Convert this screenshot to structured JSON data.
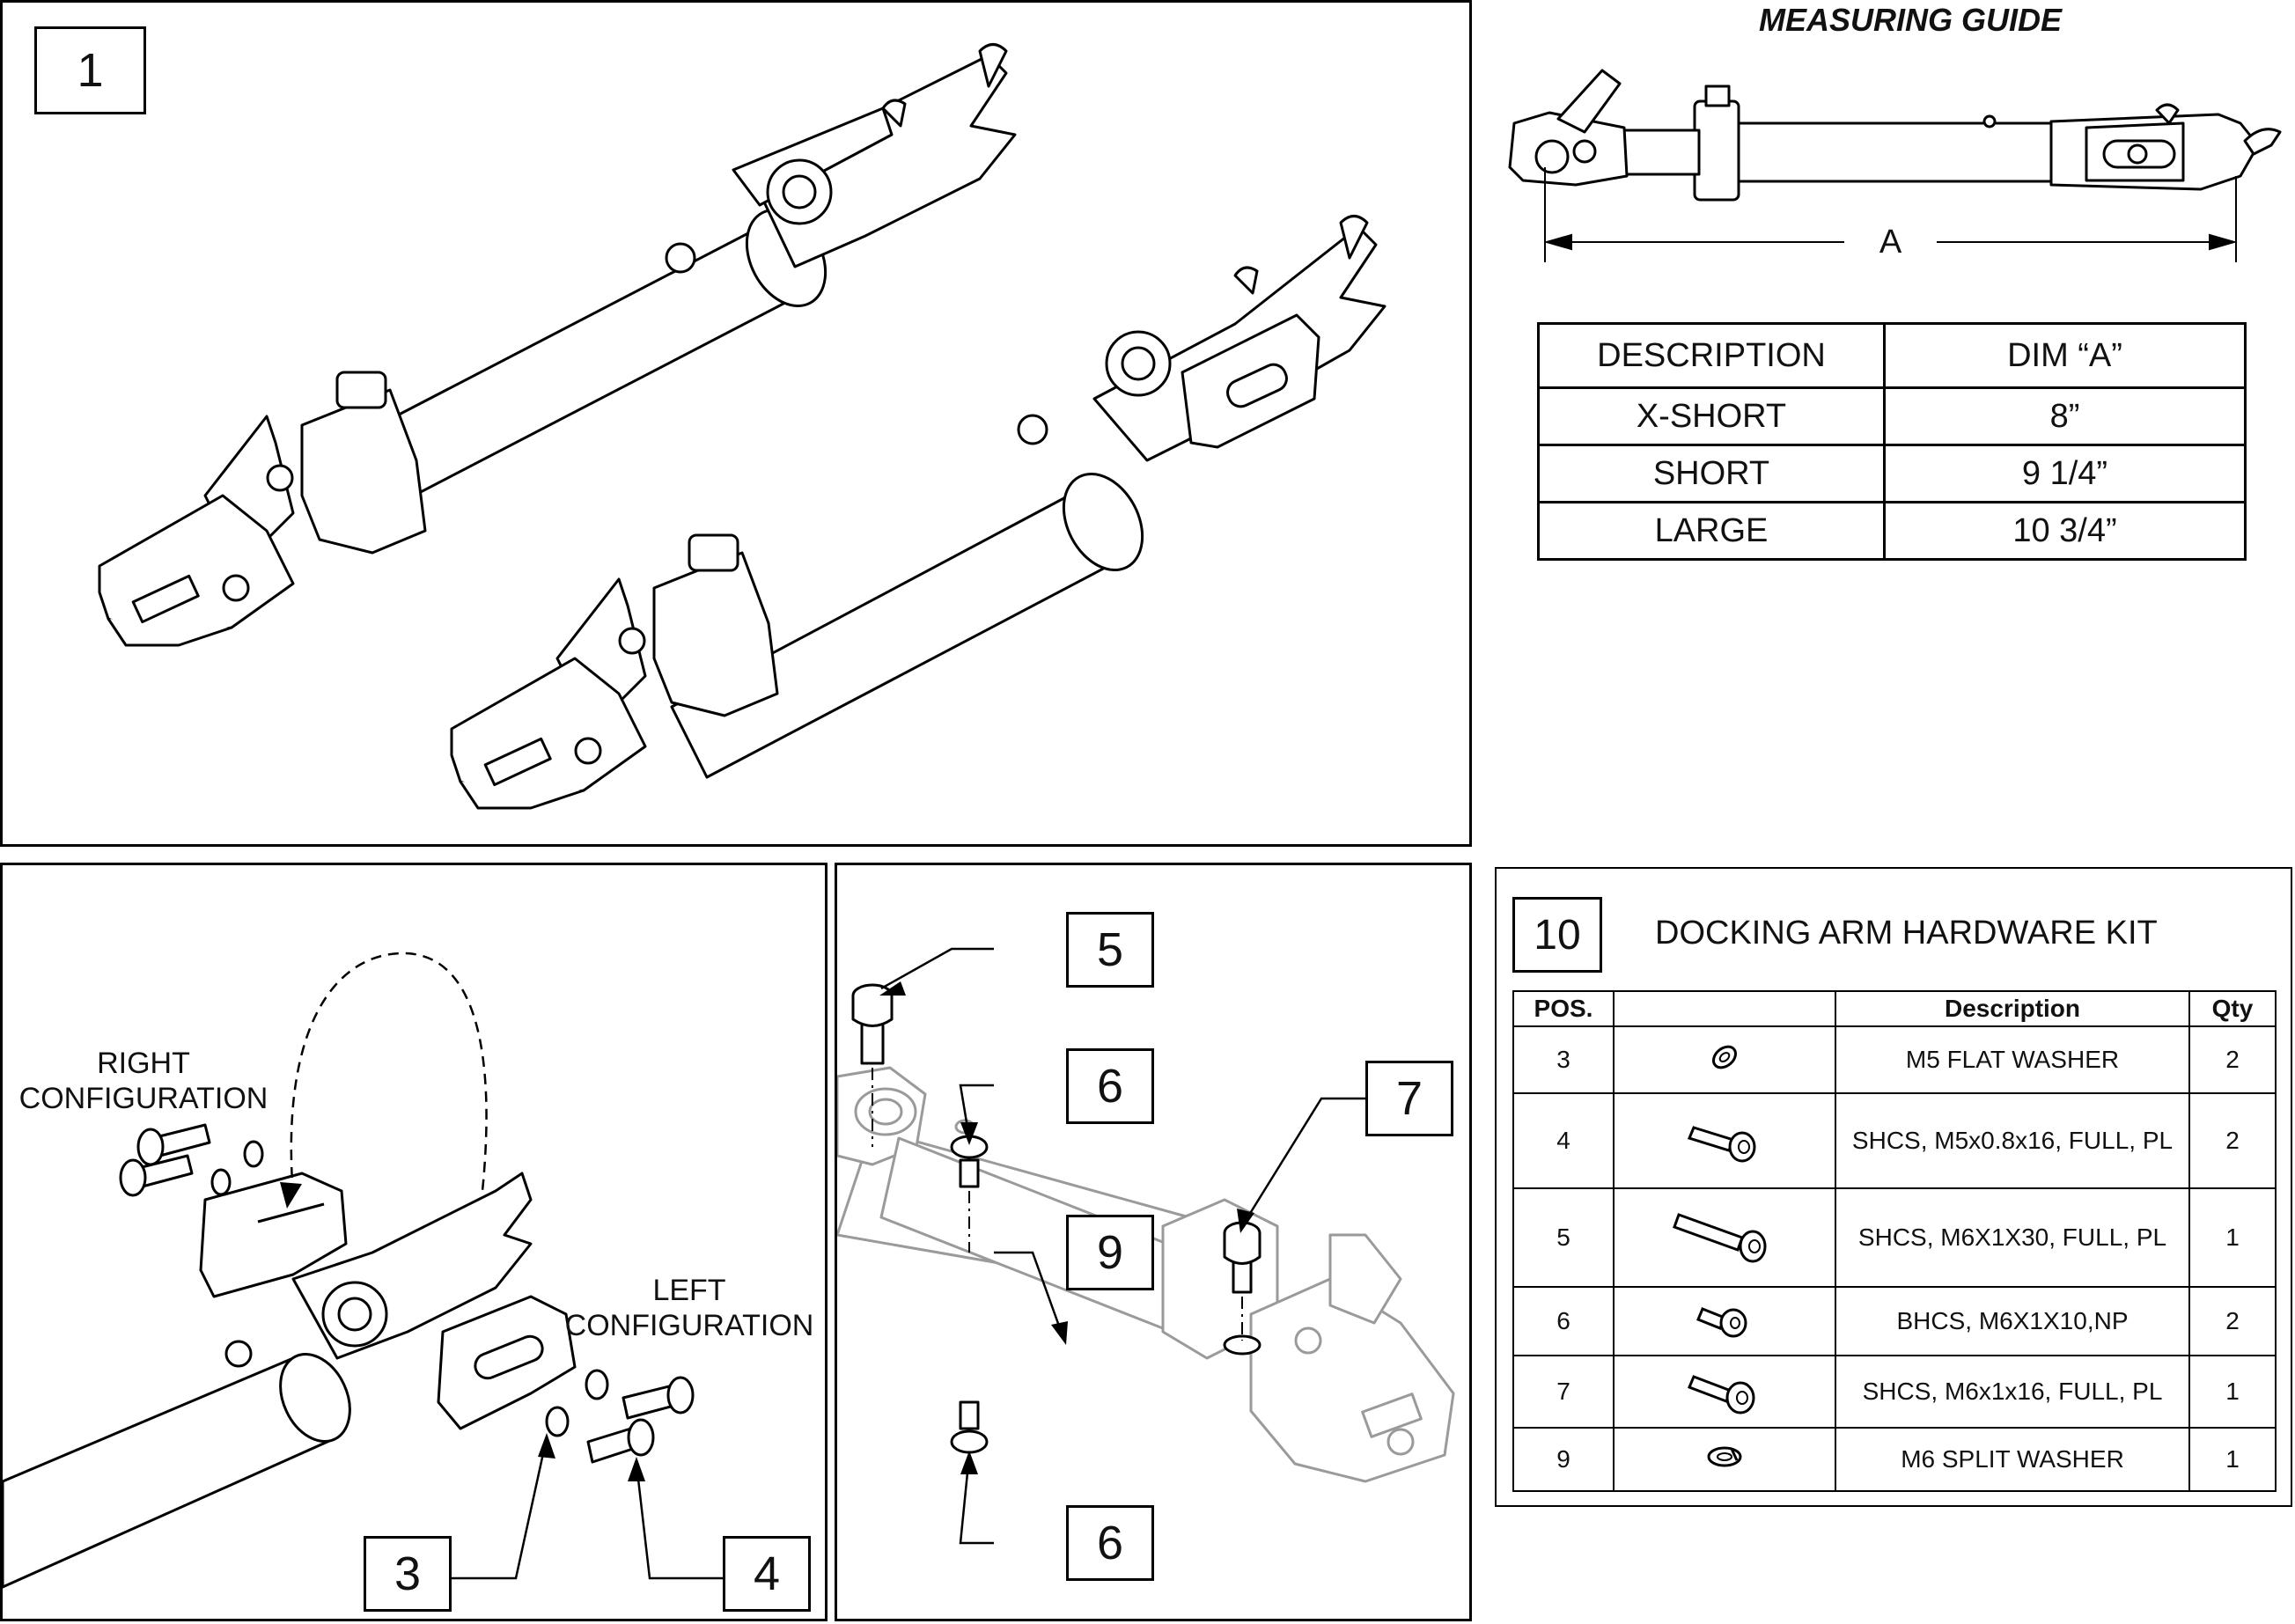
{
  "panel1": {
    "number": "1"
  },
  "measuring_guide": {
    "title": "MEASURING GUIDE",
    "dim_label": "A",
    "table": {
      "headers": [
        "DESCRIPTION",
        "DIM “A”"
      ],
      "rows": [
        [
          "X-SHORT",
          "8”"
        ],
        [
          "SHORT",
          "9 1/4”"
        ],
        [
          "LARGE",
          "10 3/4”"
        ]
      ]
    }
  },
  "config_panel": {
    "right_label": "RIGHT\nCONFIGURATION",
    "left_label": "LEFT\nCONFIGURATION",
    "callouts": [
      "3",
      "4"
    ]
  },
  "hardware_panel": {
    "callouts": [
      "5",
      "6",
      "7",
      "9",
      "6"
    ]
  },
  "kit": {
    "number": "10",
    "title": "DOCKING ARM HARDWARE KIT",
    "headers": [
      "POS.",
      "",
      "Description",
      "Qty"
    ],
    "rows": [
      {
        "pos": "3",
        "icon": "flat-washer-icon",
        "description": "M5 FLAT WASHER",
        "qty": "2"
      },
      {
        "pos": "4",
        "icon": "socket-screw-icon",
        "description": "SHCS, M5x0.8x16, FULL, PL",
        "qty": "2"
      },
      {
        "pos": "5",
        "icon": "long-socket-screw-icon",
        "description": "SHCS, M6X1X30, FULL, PL",
        "qty": "1"
      },
      {
        "pos": "6",
        "icon": "button-head-screw-icon",
        "description": "BHCS, M6X1X10,NP",
        "qty": "2"
      },
      {
        "pos": "7",
        "icon": "socket-screw-icon",
        "description": "SHCS, M6x1x16, FULL, PL",
        "qty": "1"
      },
      {
        "pos": "9",
        "icon": "split-washer-icon",
        "description": "M6 SPLIT WASHER",
        "qty": "1"
      }
    ]
  }
}
